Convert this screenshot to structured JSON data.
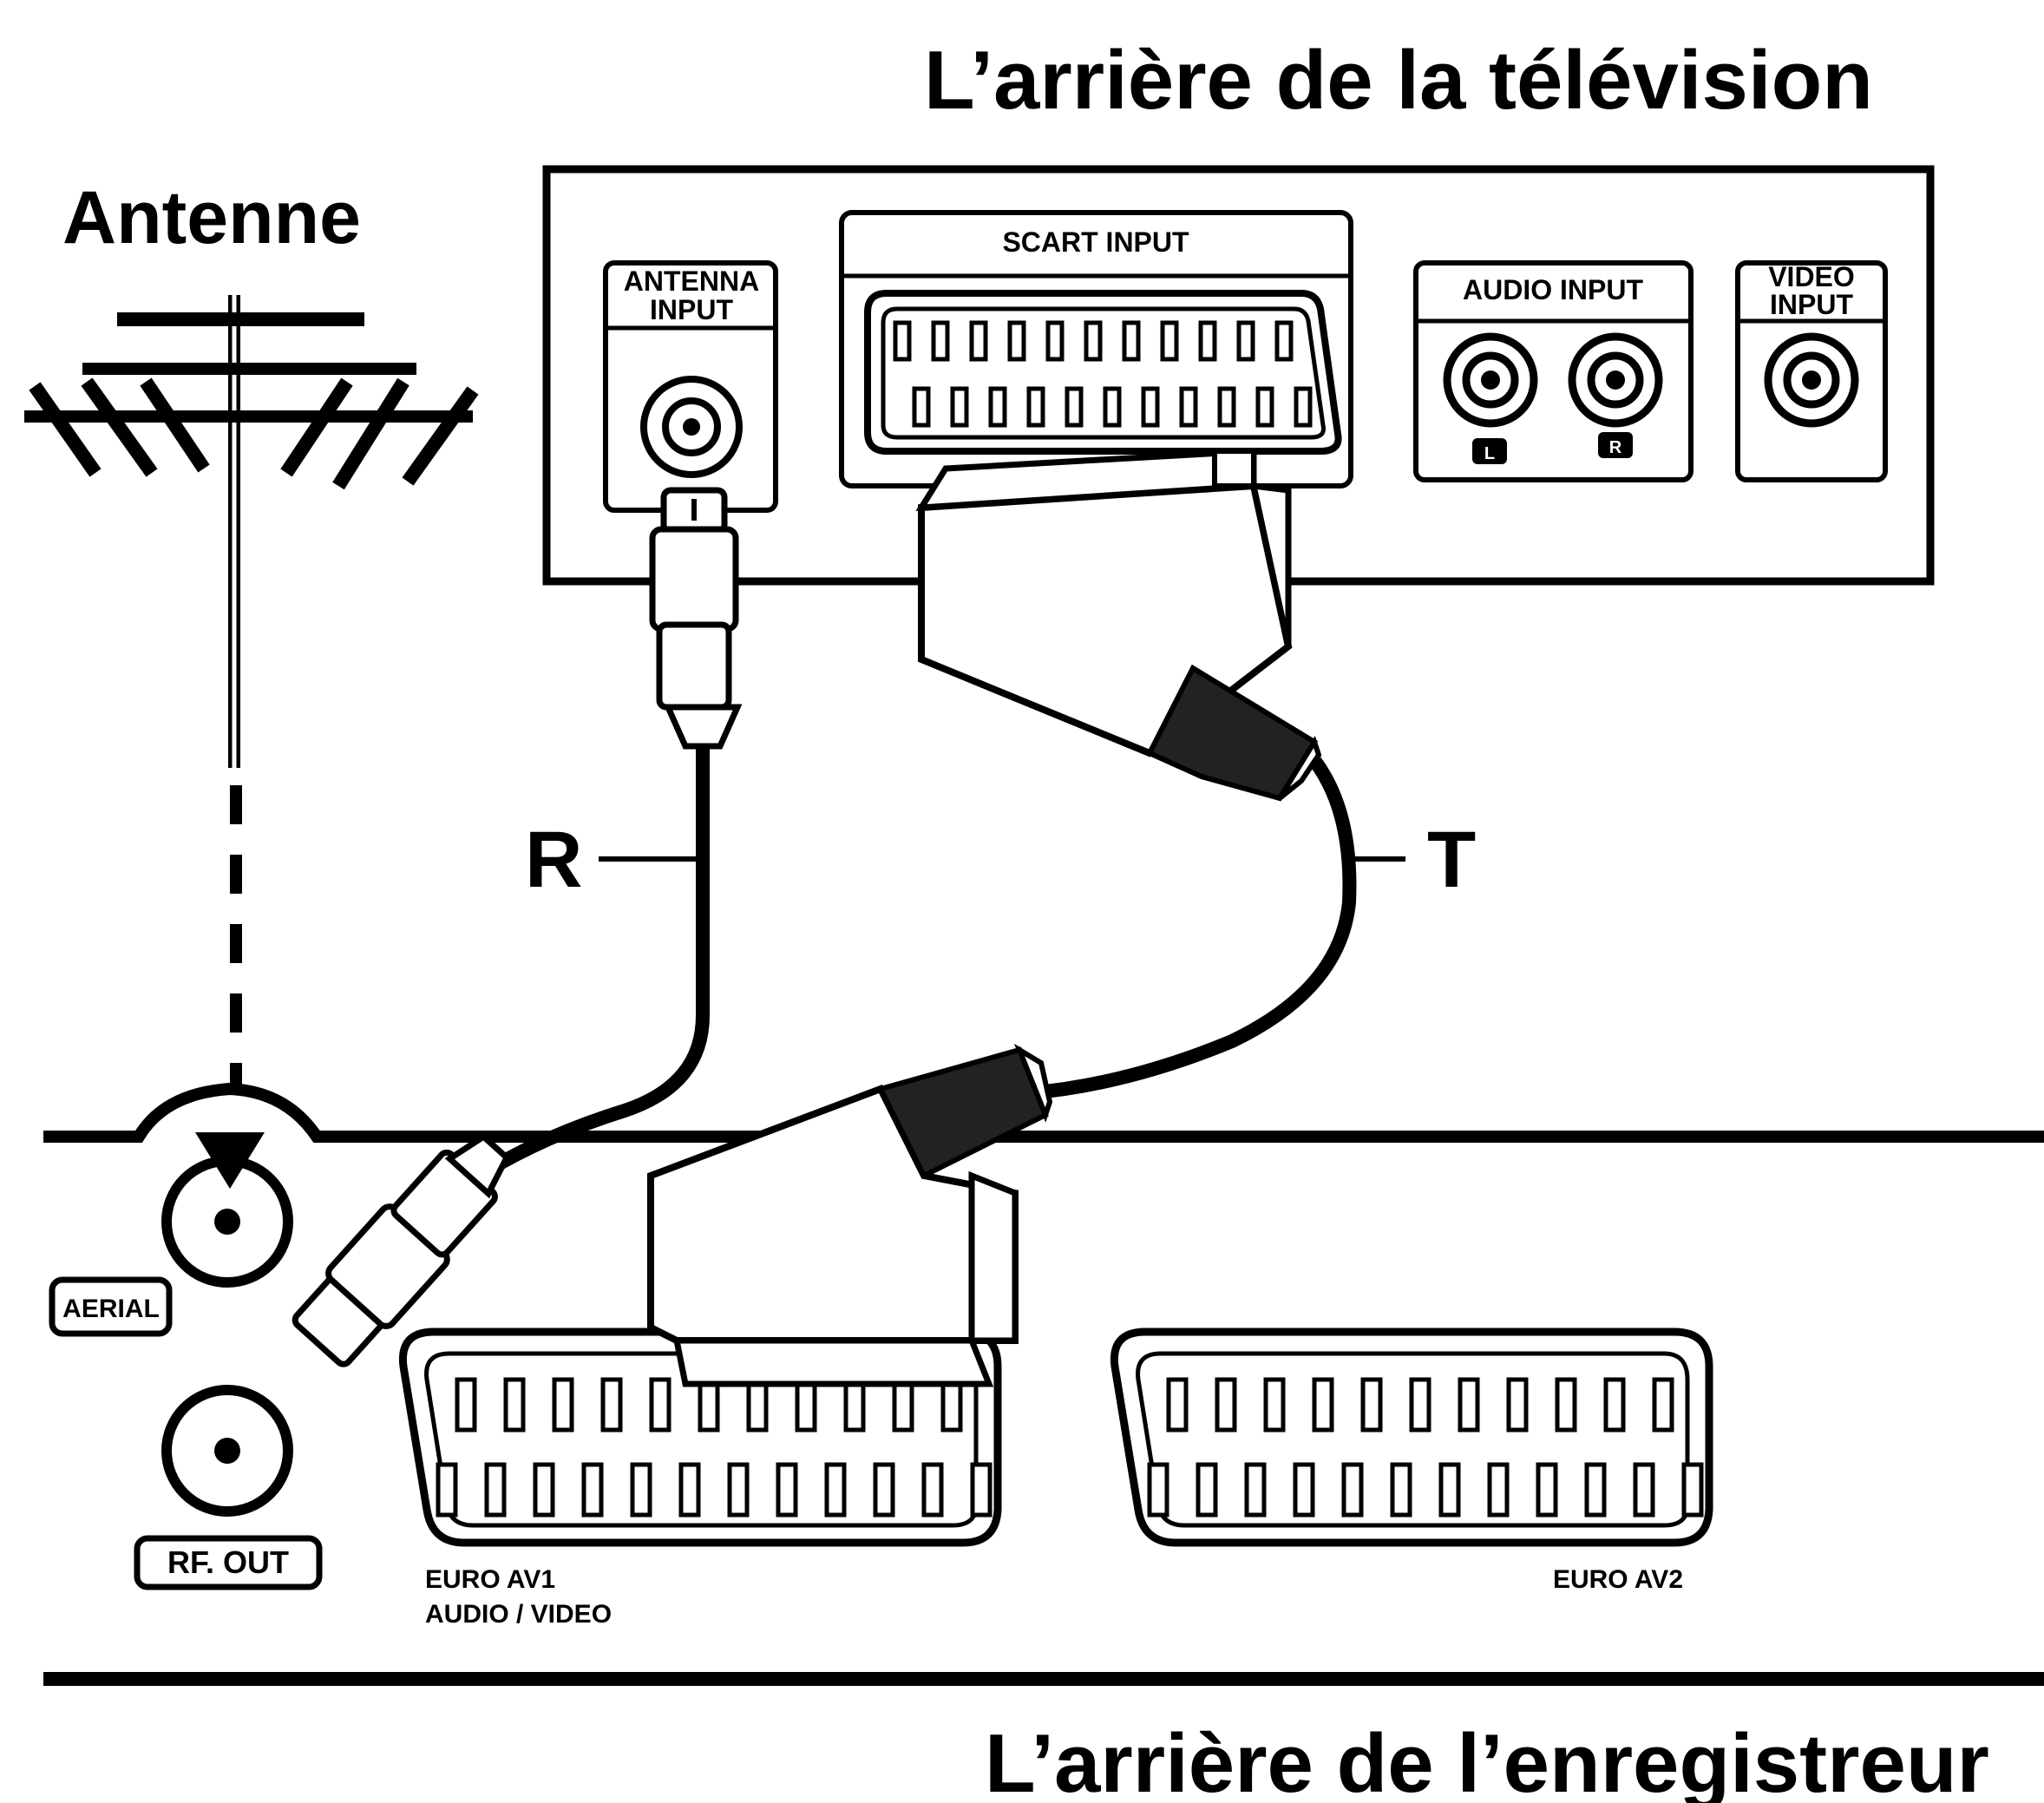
{
  "titles": {
    "tv_back": "L’arrière de la télévision",
    "recorder_back": "L’arrière de l’enregistreur",
    "antenna": "Antenne"
  },
  "tv_ports": {
    "antenna_input_line1": "ANTENNA",
    "antenna_input_line2": "INPUT",
    "scart_input": "SCART INPUT",
    "audio_input": "AUDIO INPUT",
    "audio_left": "L",
    "audio_right": "R",
    "video_input_line1": "VIDEO",
    "video_input_line2": "INPUT"
  },
  "recorder_ports": {
    "aerial": "AERIAL",
    "rf_out": "RF. OUT",
    "euro_av1_line1": "EURO AV1",
    "euro_av1_line2": "AUDIO / VIDEO",
    "euro_av2": "EURO AV2"
  },
  "cables": {
    "rf_cable": "R",
    "scart_cable": "T"
  }
}
